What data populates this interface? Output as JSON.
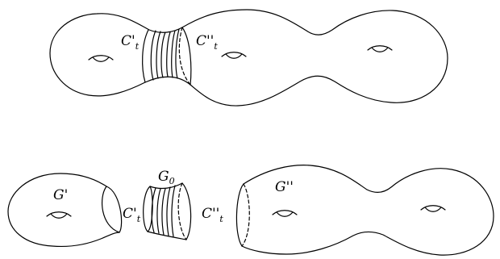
{
  "colors": {
    "stroke": "#000000",
    "background": "#ffffff"
  },
  "top_surface": {
    "label_left": "C'",
    "label_left_sub": "t",
    "label_right": "C''",
    "label_right_sub": "t"
  },
  "bottom_surface": {
    "piece_left_label": "G'",
    "cylinder_label": "G",
    "cylinder_label_sub": "0",
    "piece_right_label": "G''",
    "label_left": "C'",
    "label_left_sub": "t",
    "label_right": "C''",
    "label_right_sub": "t"
  }
}
